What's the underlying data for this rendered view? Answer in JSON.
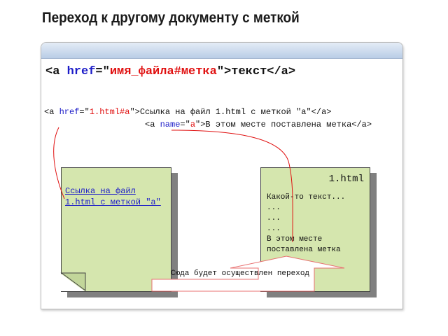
{
  "title": "Переход к другому документу с меткой",
  "syntax": {
    "open": "<a ",
    "attr": "href",
    "eq": "=\"",
    "value": "имя_файла#метка",
    "close": "\">текст</a>"
  },
  "example_link": {
    "open": "<a ",
    "attr": "href",
    "eq": "=\"",
    "value": "1.html#a",
    "close": "\">Ссылка на файл 1.html с меткой \"a\"</a>"
  },
  "example_anchor": {
    "open": "<a ",
    "attr": "name",
    "eq": "=\"",
    "value": "a",
    "close": "\">В этом месте поставлена метка</a>"
  },
  "left_doc": {
    "link_text": "Ссылка на файл 1.html с меткой \"a\""
  },
  "right_doc": {
    "filename": "1.html",
    "lines": [
      "Какой-то текст...",
      "...",
      "...",
      "...",
      "В этом месте",
      "поставлена метка"
    ]
  },
  "arrow_label": "Сюда будет осуществлен переход",
  "colors": {
    "keyword": "#1c1cc8",
    "value": "#e01010",
    "note": "#d5e6ae",
    "connector": "#e01010"
  }
}
